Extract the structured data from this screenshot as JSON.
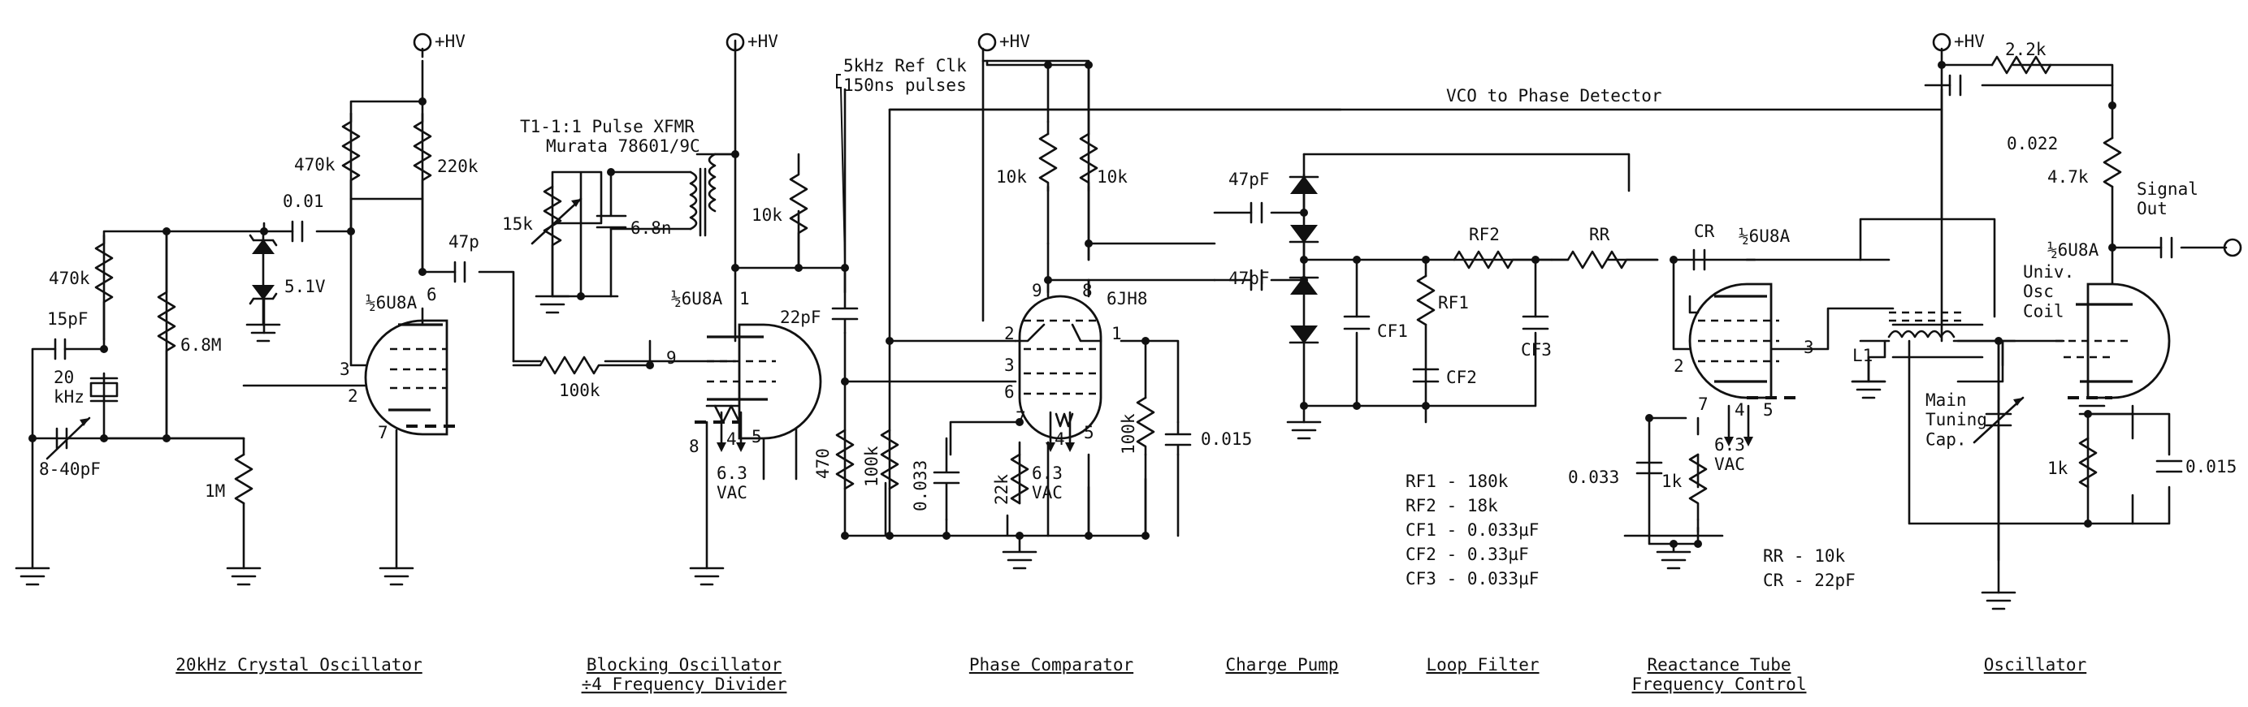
{
  "supply": {
    "hv": "+HV"
  },
  "components": {
    "r470k_a": "470k",
    "c015pf": "15pF",
    "xtal": "20\nkHz",
    "c840": "8-40pF",
    "r68m": "6.8M",
    "r1m": "1M",
    "zener": "5.1V",
    "c001": "0.01",
    "r470k_b": "470k",
    "r220k": "220k",
    "c47p": "47p",
    "v1": "½6U8A",
    "r100k_a": "100k",
    "t1_title": "T1-1:1 Pulse XFMR",
    "t1_part": "Murata 78601/9C",
    "r15k": "15k",
    "c68n": "6.8n",
    "r10k_a": "10k",
    "v2": "½6U8A",
    "heater1": "6.3\nVAC",
    "ref_clk_1": "5kHz Ref Clk",
    "ref_clk_2": "150ns pulses",
    "c22pf": "22pF",
    "r470": "470",
    "r100k_b": "100k",
    "c0033_a": "0.033",
    "r22k": "22k",
    "r10k_b": "10k",
    "r10k_c": "10k",
    "v3": "6JH8",
    "heater2": "6.3\nVAC",
    "r100k_c": "100k",
    "c0015_a": "0.015",
    "vco_line": "VCO to Phase Detector",
    "c47pf_a": "47pF",
    "c47pf_b": "47pF",
    "cf1": "CF1",
    "rf1": "RF1",
    "cf2": "CF2",
    "rf2": "RF2",
    "cf3": "CF3",
    "rr": "RR",
    "cr": "CR",
    "v4": "½6U8A",
    "c0033_b": "0.033",
    "r1k_a": "1k",
    "heater3": "6.3\nVAC",
    "r22k_b": "2.2k",
    "c0022": "0.022",
    "r47k": "4.7k",
    "signal_out": "Signal\nOut",
    "v5": "½6U8A",
    "coil": "Univ.\nOsc\nCoil",
    "l1": "L1",
    "tuning_cap": "Main\nTuning\nCap.",
    "r1k_b": "1k",
    "c0015_b": "0.015"
  },
  "pins": [
    "3",
    "2",
    "7",
    "6",
    "9",
    "1",
    "8",
    "4",
    "5",
    "2",
    "3",
    "6",
    "7",
    "4",
    "5",
    "9",
    "8",
    "1",
    "2",
    "7",
    "4",
    "5",
    "3"
  ],
  "values_table": [
    "RF1 - 180k",
    "RF2 - 18k",
    "CF1 - 0.033µF",
    "CF2 - 0.33µF",
    "CF3 - 0.033µF"
  ],
  "values_table_2": [
    "RR - 10k",
    "CR - 22pF"
  ],
  "sections": [
    "20kHz Crystal Oscillator",
    "Blocking Oscillator\n÷4 Frequency Divider",
    "Phase Comparator",
    "Charge Pump",
    "Loop Filter",
    "Reactance Tube\nFrequency Control",
    "Oscillator"
  ]
}
